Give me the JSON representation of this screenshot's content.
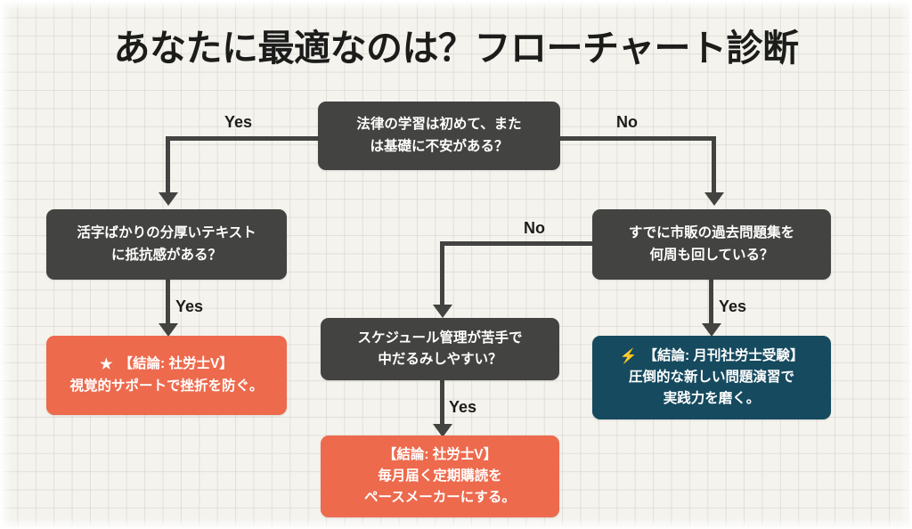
{
  "title": "あなたに最適なのは？フローチャート診断",
  "colors": {
    "background": "#f4f3ee",
    "grid_line": "#d1d0c6",
    "decision_box": "#434341",
    "result_orange": "#ed6a4d",
    "result_teal": "#164a5f",
    "connector": "#434341",
    "label_text": "#1c1c1a",
    "box_text": "#ffffff"
  },
  "chart_data": {
    "type": "diagram",
    "diagram_type": "flowchart",
    "title": "あなたに最適なのは？フローチャート診断",
    "nodes": [
      {
        "id": "q1",
        "kind": "decision",
        "color": "#434341",
        "icon": null,
        "lines": [
          "法律の学習は初めて、また",
          "は基礎に不安がある？"
        ]
      },
      {
        "id": "q2",
        "kind": "decision",
        "color": "#434341",
        "icon": null,
        "lines": [
          "活字ばかりの分厚いテキスト",
          "に抵抗感がある？"
        ]
      },
      {
        "id": "q3",
        "kind": "decision",
        "color": "#434341",
        "icon": null,
        "lines": [
          "すでに市販の過去問題集を",
          "何周も回している？"
        ]
      },
      {
        "id": "q4",
        "kind": "decision",
        "color": "#434341",
        "icon": null,
        "lines": [
          "スケジュール管理が苦手で",
          "中だるみしやすい？"
        ]
      },
      {
        "id": "r1",
        "kind": "result",
        "color": "#ed6a4d",
        "icon": "star-icon",
        "icon_glyph": "★",
        "lines": [
          "【結論: 社労士V】",
          "視覚的サポートで挫折を防ぐ。"
        ]
      },
      {
        "id": "r2",
        "kind": "result",
        "color": "#164a5f",
        "icon": "lightning-bolt-icon",
        "icon_glyph": "⚡",
        "lines": [
          "【結論: 月刊社労士受験】",
          "圧倒的な新しい問題演習で",
          "実践力を磨く。"
        ]
      },
      {
        "id": "r3",
        "kind": "result",
        "color": "#ed6a4d",
        "icon": null,
        "lines": [
          "【結論: 社労士V】",
          "毎月届く定期購読を",
          "ペースメーカーにする。"
        ]
      }
    ],
    "edges": [
      {
        "from": "q1",
        "to": "q2",
        "label": "Yes"
      },
      {
        "from": "q1",
        "to": "q3",
        "label": "No"
      },
      {
        "from": "q2",
        "to": "r1",
        "label": "Yes"
      },
      {
        "from": "q3",
        "to": "r2",
        "label": "Yes"
      },
      {
        "from": "q3",
        "to": "q4",
        "label": "No"
      },
      {
        "from": "q4",
        "to": "r3",
        "label": "Yes"
      }
    ]
  },
  "nodes": {
    "q1": {
      "l1": "法律の学習は初めて、また",
      "l2": "は基礎に不安がある？"
    },
    "q2": {
      "l1": "活字ばかりの分厚いテキスト",
      "l2": "に抵抗感がある？"
    },
    "q3": {
      "l1": "すでに市販の過去問題集を",
      "l2": "何周も回している？"
    },
    "q4": {
      "l1": "スケジュール管理が苦手で",
      "l2": "中だるみしやすい？"
    },
    "r1": {
      "icon": "★",
      "l1": "【結論: 社労士V】",
      "l2": "視覚的サポートで挫折を防ぐ。"
    },
    "r2": {
      "icon": "⚡",
      "l1": "【結論: 月刊社労士受験】",
      "l2": "圧倒的な新しい問題演習で",
      "l3": "実践力を磨く。"
    },
    "r3": {
      "l1": "【結論: 社労士V】",
      "l2": "毎月届く定期購読を",
      "l3": "ペースメーカーにする。"
    }
  },
  "edge_labels": {
    "q1_yes": "Yes",
    "q1_no": "No",
    "q2_yes": "Yes",
    "q3_yes": "Yes",
    "q3_no": "No",
    "q4_yes": "Yes"
  }
}
